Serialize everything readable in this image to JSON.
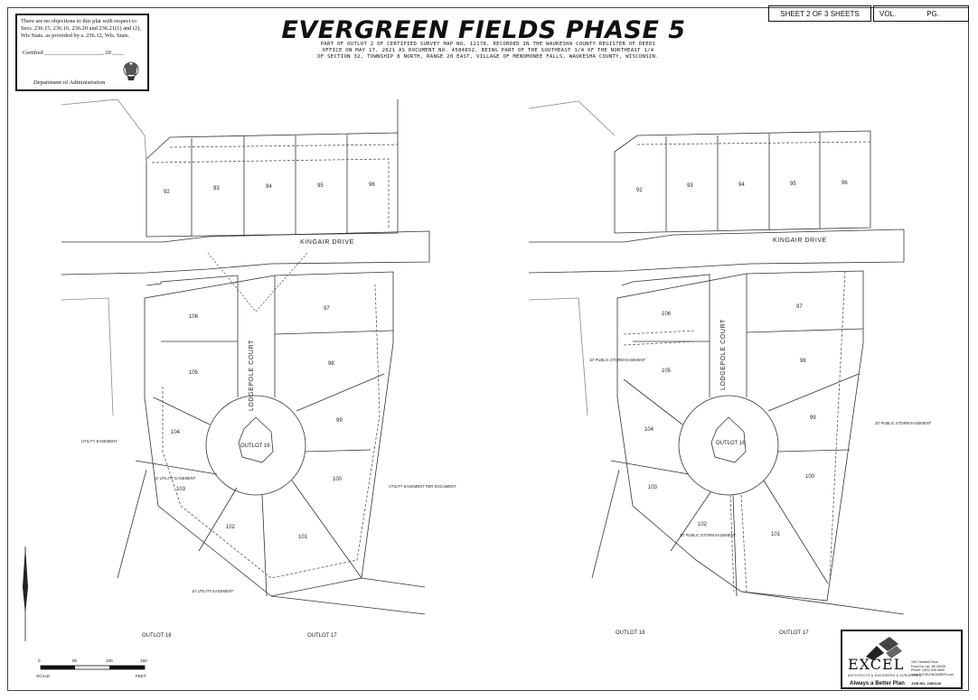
{
  "doa": {
    "lines": [
      "There are no objections to this plat with respect to",
      "Secs. 236.15, 236.16, 236.20 and 236.21(1) and (2),",
      "Wis Stats. as provided by s. 236.12, Wis. Stats."
    ],
    "certified": "Certified ____________________, 20 ____",
    "department": "Department of Administration",
    "seal": "wisconsin-state-seal-icon"
  },
  "sheet": {
    "label": "SHEET 2 OF 3 SHEETS",
    "vol": "VOL.",
    "pg": "PG."
  },
  "title": "EVERGREEN FIELDS PHASE 5",
  "description": [
    "PART OF OUTLOT 2 OF CERTIFIED SURVEY MAP NO. 12178, RECORDED IN THE WAUKESHA COUNTY REGISTER OF DEEDS",
    "OFFICE ON MAY 17, 2021 AS DOCUMENT NO. 4584652, BEING PART OF THE SOUTHEAST 1/4 OF THE NORTHEAST 1/4",
    "OF SECTION 32, TOWNSHIP 8 NORTH, RANGE 20 EAST, VILLAGE OF MENOMONEE FALLS, WAUKESHA COUNTY, WISCONSIN."
  ],
  "streets": {
    "kingair": "KINGAIR DRIVE",
    "lodgepole": "LODGEPOLE COURT"
  },
  "left_plan": {
    "lots": [
      "92",
      "93",
      "94",
      "95",
      "96",
      "106",
      "105",
      "104",
      "103",
      "102",
      "101",
      "100",
      "99",
      "98",
      "97"
    ],
    "outlots": [
      "OUTLOT 16",
      "OUTLOT 18",
      "OUTLOT 17"
    ],
    "notes": [
      "UTILITY EASEMENT",
      "15' UTILITY EASEMENT",
      "10' UTILITY EASEMENT",
      "UTILITY EASEMENT PER DOCUMENT"
    ]
  },
  "right_plan": {
    "lots": [
      "92",
      "93",
      "94",
      "95",
      "96",
      "106",
      "105",
      "104",
      "103",
      "102",
      "101",
      "100",
      "99",
      "98",
      "97"
    ],
    "outlots": [
      "OUTLOT 16",
      "OUTLOT 18",
      "OUTLOT 17"
    ],
    "notes": [
      "20' PUBLIC STORM EASEMENT",
      "10' PUBLIC STORM EASEMENT",
      "30' PUBLIC STORM EASEMENT"
    ]
  },
  "scale": {
    "label": "SCALE",
    "unit": "FEET",
    "ticks": [
      "0",
      "50",
      "100",
      "150"
    ],
    "north_arrow": "north-arrow-icon"
  },
  "logo": {
    "name": "EXCEL",
    "subtitle": "ARCHITECTS & ENGINEERS & SURVEYORS",
    "tagline": "Always a Better Plan",
    "address": [
      "100 Camelot Drive",
      "Fond Du Lac, WI 54935",
      "Phone: (920) 926-9800",
      "www.EXCELENGINEER.com"
    ],
    "job": "JOB NO. 2400140"
  },
  "colors": {
    "ink": "#111111",
    "line": "#333333",
    "dashed": "#555555",
    "paper": "#ffffff"
  }
}
